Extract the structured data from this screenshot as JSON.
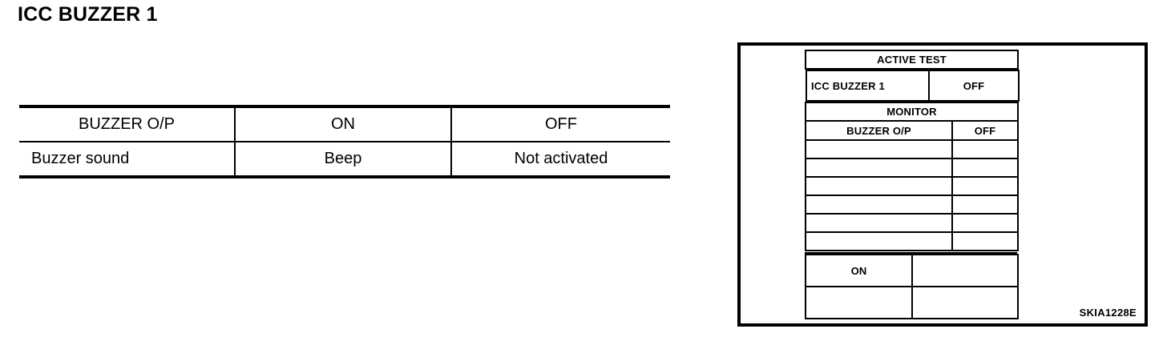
{
  "page": {
    "title": "ICC BUZZER 1"
  },
  "spec_table": {
    "columns": [
      "BUZZER O/P",
      "ON",
      "OFF"
    ],
    "rows": [
      {
        "label": "Buzzer sound",
        "on": "Beep",
        "off": "Not activated"
      }
    ]
  },
  "figure": {
    "id": "SKIA1228E",
    "scan_tool": {
      "active_test_title": "ACTIVE TEST",
      "item": {
        "name": "ICC BUZZER 1",
        "value": "OFF"
      },
      "monitor_title": "MONITOR",
      "monitor_header": {
        "name": "BUZZER O/P",
        "value": "OFF"
      },
      "monitor_rows": [
        {
          "name": "",
          "value": ""
        },
        {
          "name": "",
          "value": ""
        },
        {
          "name": "",
          "value": ""
        },
        {
          "name": "",
          "value": ""
        },
        {
          "name": "",
          "value": ""
        },
        {
          "name": "",
          "value": ""
        }
      ],
      "buttons": [
        {
          "label": "ON"
        },
        {
          "label": ""
        },
        {
          "label": ""
        },
        {
          "label": ""
        }
      ]
    }
  },
  "colors": {
    "ink": "#000000",
    "paper": "#ffffff"
  }
}
